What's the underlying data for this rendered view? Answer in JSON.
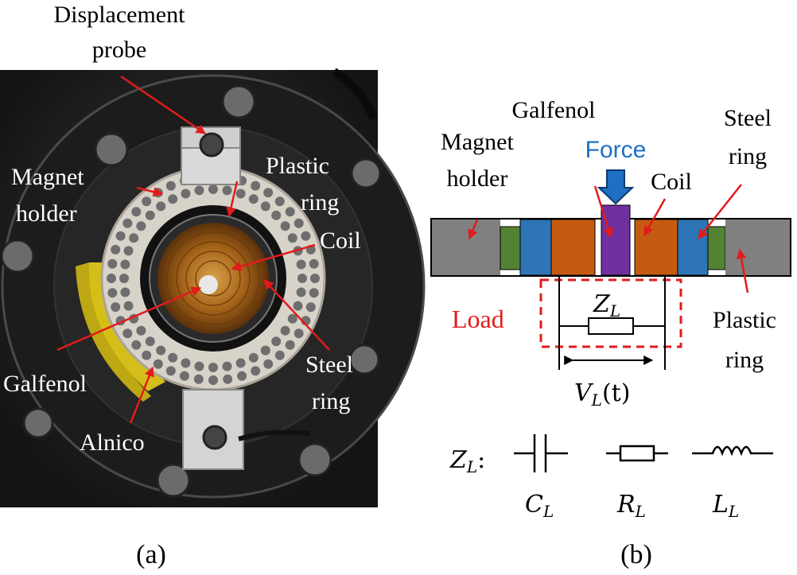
{
  "panel_a": {
    "caption": "(a)",
    "labels": {
      "displacement_probe_line1": "Displacement",
      "displacement_probe_line2": "probe",
      "magnet_holder_line1": "Magnet",
      "magnet_holder_line2": "holder",
      "plastic_ring_line1": "Plastic",
      "plastic_ring_line2": "ring",
      "coil": "Coil",
      "steel_ring_line1": "Steel",
      "steel_ring_line2": "ring",
      "galfenol": "Galfenol",
      "alnico": "Alnico"
    }
  },
  "panel_b": {
    "caption": "(b)",
    "labels": {
      "galfenol": "Galfenol",
      "force": "Force",
      "magnet_holder_line1": "Magnet",
      "magnet_holder_line2": "holder",
      "coil": "Coil",
      "steel_ring_line1": "Steel",
      "steel_ring_line2": "ring",
      "load": "Load",
      "plastic_ring_line1": "Plastic",
      "plastic_ring_line2": "ring",
      "impedance_main": "Z",
      "impedance_sub": "L",
      "voltage_main": "V",
      "voltage_sub": "L",
      "voltage_arg": "(t)"
    },
    "legend": {
      "prefix_main": "Z",
      "prefix_sub": "L",
      "prefix_colon": ":",
      "capacitor_main": "C",
      "capacitor_sub": "L",
      "resistor_main": "R",
      "resistor_sub": "L",
      "inductor_main": "L",
      "inductor_sub": "L"
    },
    "colors": {
      "gray": "#808080",
      "green": "#548235",
      "blue": "#2e75b6",
      "orange": "#c55a11",
      "purple": "#7030a0",
      "arrow_red": "#e21b1b",
      "force_blue": "#1f6fc5"
    }
  }
}
